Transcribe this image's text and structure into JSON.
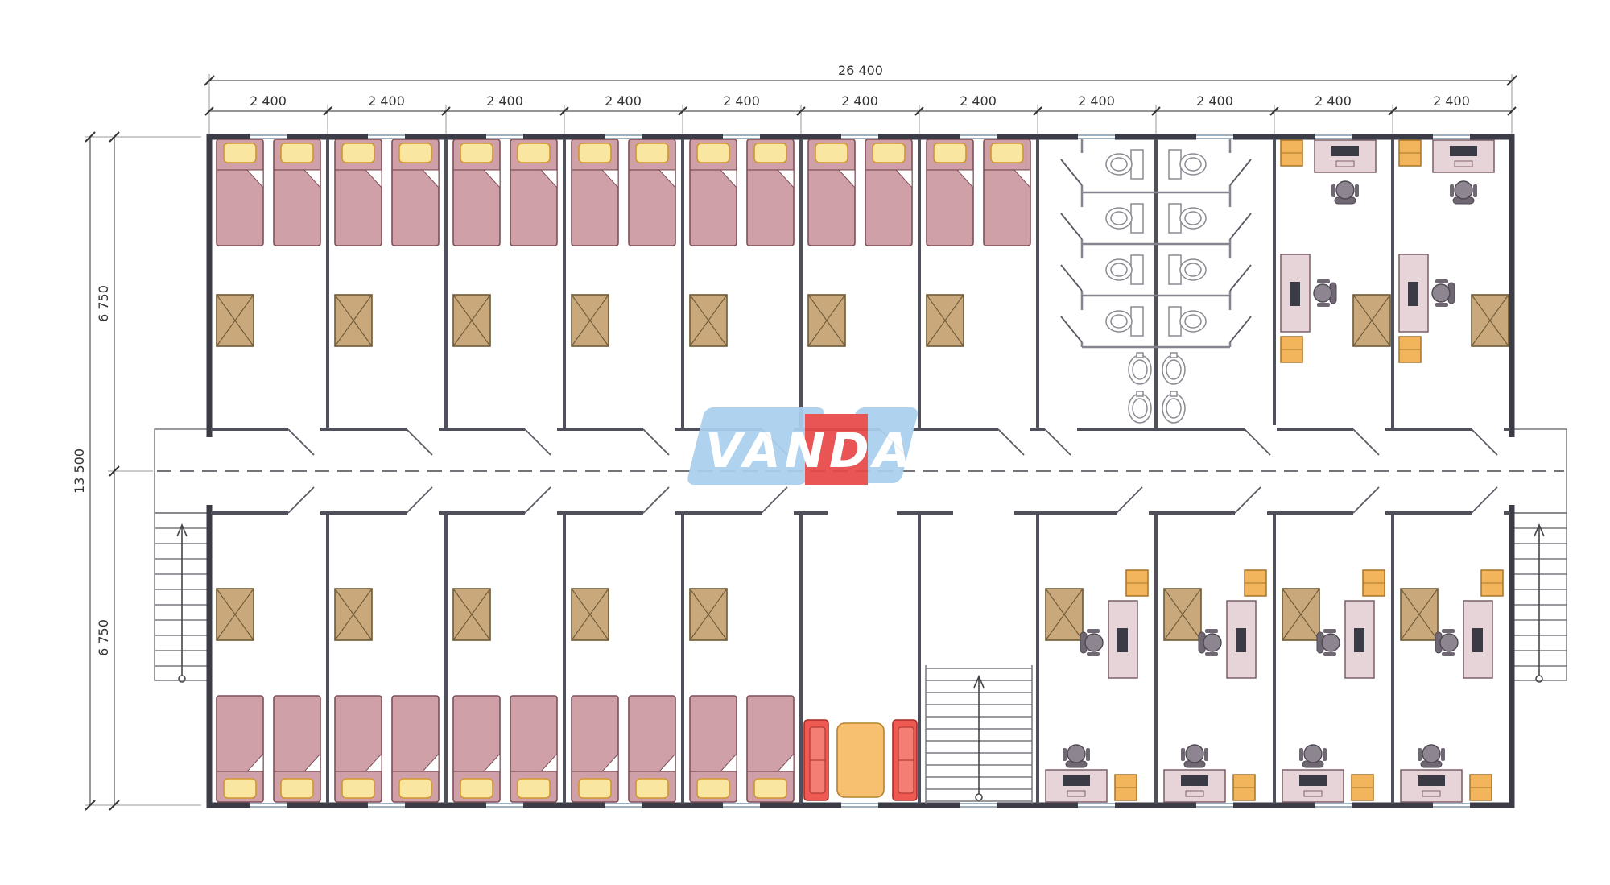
{
  "logo": {
    "text": "VANDA"
  },
  "dimensions": {
    "overall_width": "26 400",
    "bays": [
      "2 400",
      "2 400",
      "2 400",
      "2 400",
      "2 400",
      "2 400",
      "2 400",
      "2 400",
      "2 400",
      "2 400",
      "2 400"
    ],
    "overall_depth": "13 500",
    "depth_upper": "6 750",
    "depth_lower": "6 750"
  },
  "colors": {
    "wall": "#50505c",
    "bed": "#d0a0a8",
    "pillow": "#f9e6a0",
    "wardrobe": "#c9a87c",
    "cabinet": "#f2b55c",
    "desk": "#e7d4d8",
    "sofa": "#ee5a52",
    "table": "#f6c070",
    "logo_blue": "#a9cfee",
    "logo_red": "#e84848"
  },
  "legend": {
    "beds": 24,
    "wardrobes": 18,
    "desks": 12,
    "office_chairs": 12,
    "cabinets": 12,
    "toilets": 8,
    "sinks": 4,
    "sofas": 2,
    "coffee_tables": 1,
    "internal_staircases": 1,
    "external_staircases": 2
  }
}
